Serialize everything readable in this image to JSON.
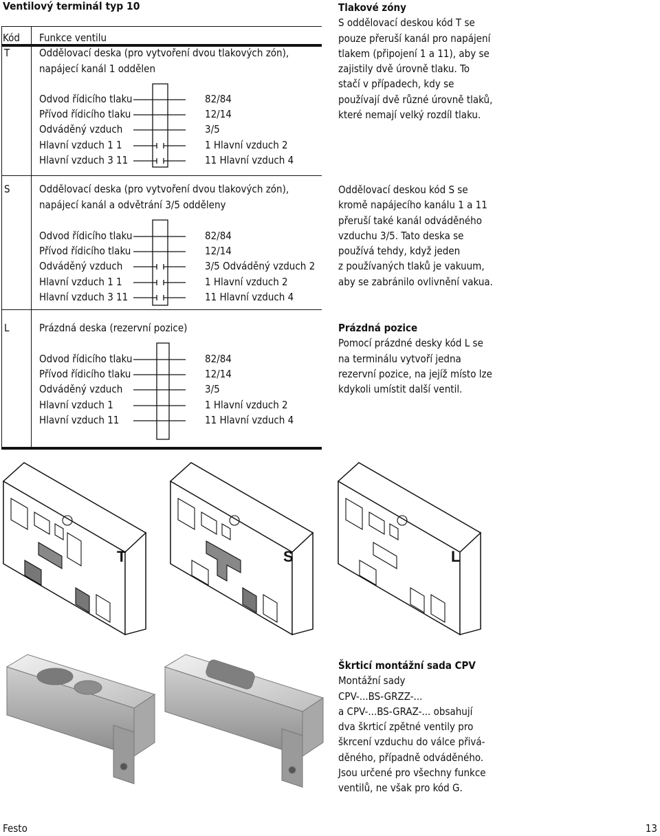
{
  "page_title": "Ventilový terminál typ 10",
  "table": {
    "col_code": "Kód",
    "col_function": "Funkce ventilu",
    "rows": [
      {
        "code": "T",
        "desc_lines": [
          "Oddělovací deska (pro vytvoření dvou tlakových zón),",
          "napájecí kanál 1 oddělen"
        ],
        "ports": [
          {
            "left": "Odvod řídicího tlaku",
            "right": "82/84"
          },
          {
            "left": "Přívod řídicího tlaku",
            "right": "12/14"
          },
          {
            "left": "Odváděný vzduch",
            "right": "3/5"
          },
          {
            "left": "Hlavní vzduch 1   1",
            "right": "1  Hlavní vzduch 2"
          },
          {
            "left": "Hlavní vzduch 3  11",
            "right": "11 Hlavní vzduch 4"
          }
        ]
      },
      {
        "code": "S",
        "desc_lines": [
          "Oddělovací deska (pro vytvoření dvou tlakových zón),",
          "napájecí kanál a odvětrání 3/5 odděleny"
        ],
        "ports": [
          {
            "left": "Odvod řídicího tlaku",
            "right": "82/84"
          },
          {
            "left": "Přívod řídicího tlaku",
            "right": "12/14"
          },
          {
            "left": "Odváděný vzduch",
            "right": "3/5 Odváděný vzduch 2"
          },
          {
            "left": "Hlavní vzduch 1   1",
            "right": "1  Hlavní vzduch 2"
          },
          {
            "left": "Hlavní vzduch 3  11",
            "right": "11 Hlavní vzduch 4"
          }
        ]
      },
      {
        "code": "L",
        "desc_lines": [
          "Prázdná deska (rezervní pozice)"
        ],
        "ports": [
          {
            "left": "Odvod řídicího tlaku",
            "right": "82/84"
          },
          {
            "left": "Přívod řídicího tlaku",
            "right": "12/14"
          },
          {
            "left": "Odváděný vzduch",
            "right": "3/5"
          },
          {
            "left": "Hlavní vzduch       1",
            "right": "1  Hlavní vzduch 2"
          },
          {
            "left": "Hlavní vzduch      11",
            "right": "11 Hlavní vzduch 4"
          }
        ]
      }
    ]
  },
  "side_notes": [
    {
      "heading": "Tlakové zóny",
      "lines": [
        "S oddělovací deskou kód T se",
        "pouze přeruší kanál pro napájení",
        "tlakem (připojení 1 a 11), aby se",
        "zajistily dvě úrovně tlaku. To",
        "stačí v případech, kdy se",
        "používají dvě různé úrovně tlaků,",
        "které nemají velký rozdíl tlaku."
      ]
    },
    {
      "heading": "",
      "lines": [
        "Oddělovací deskou kód S se",
        "kromě napájecího kanálu 1 a 11",
        "přeruší také kanál odváděného",
        "vzduchu 3/5. Tato deska se",
        "používá tehdy, když jeden",
        "z používaných tlaků je vakuum,",
        "aby se zabránilo ovlivnění vakua."
      ]
    },
    {
      "heading": "Prázdná pozice",
      "lines": [
        "Pomocí prázdné desky kód L se",
        "na terminálu vytvoří jedna",
        "rezervní pozice, na jejíž místo lze",
        "kdykoli umístit další ventil."
      ]
    },
    {
      "heading": "Škrticí montážní sada CPV",
      "lines": [
        "Montážní sady",
        "CPV-...BS-GRZZ-...",
        "a CPV-...BS-GRAZ-... obsahují",
        "dva škrticí zpětné ventily pro",
        "škrcení vzduchu do válce přivá-",
        "děného, případně odváděného.",
        "Jsou určené pro všechny funkce",
        "ventilů, ne však pro kód G."
      ]
    }
  ],
  "plate_labels": [
    "T",
    "S",
    "L"
  ],
  "footer": {
    "left": "Festo",
    "right": "13"
  }
}
